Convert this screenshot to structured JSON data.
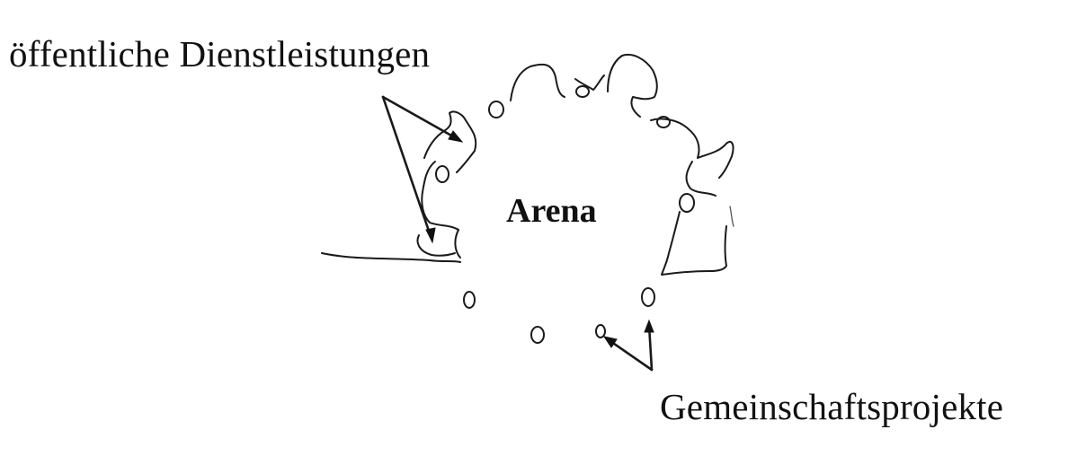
{
  "diagram": {
    "labels": {
      "public_services": "öffentliche Dienstleistungen",
      "center": "Arena",
      "community_projects": "Gemeinschaftsprojekte"
    }
  }
}
